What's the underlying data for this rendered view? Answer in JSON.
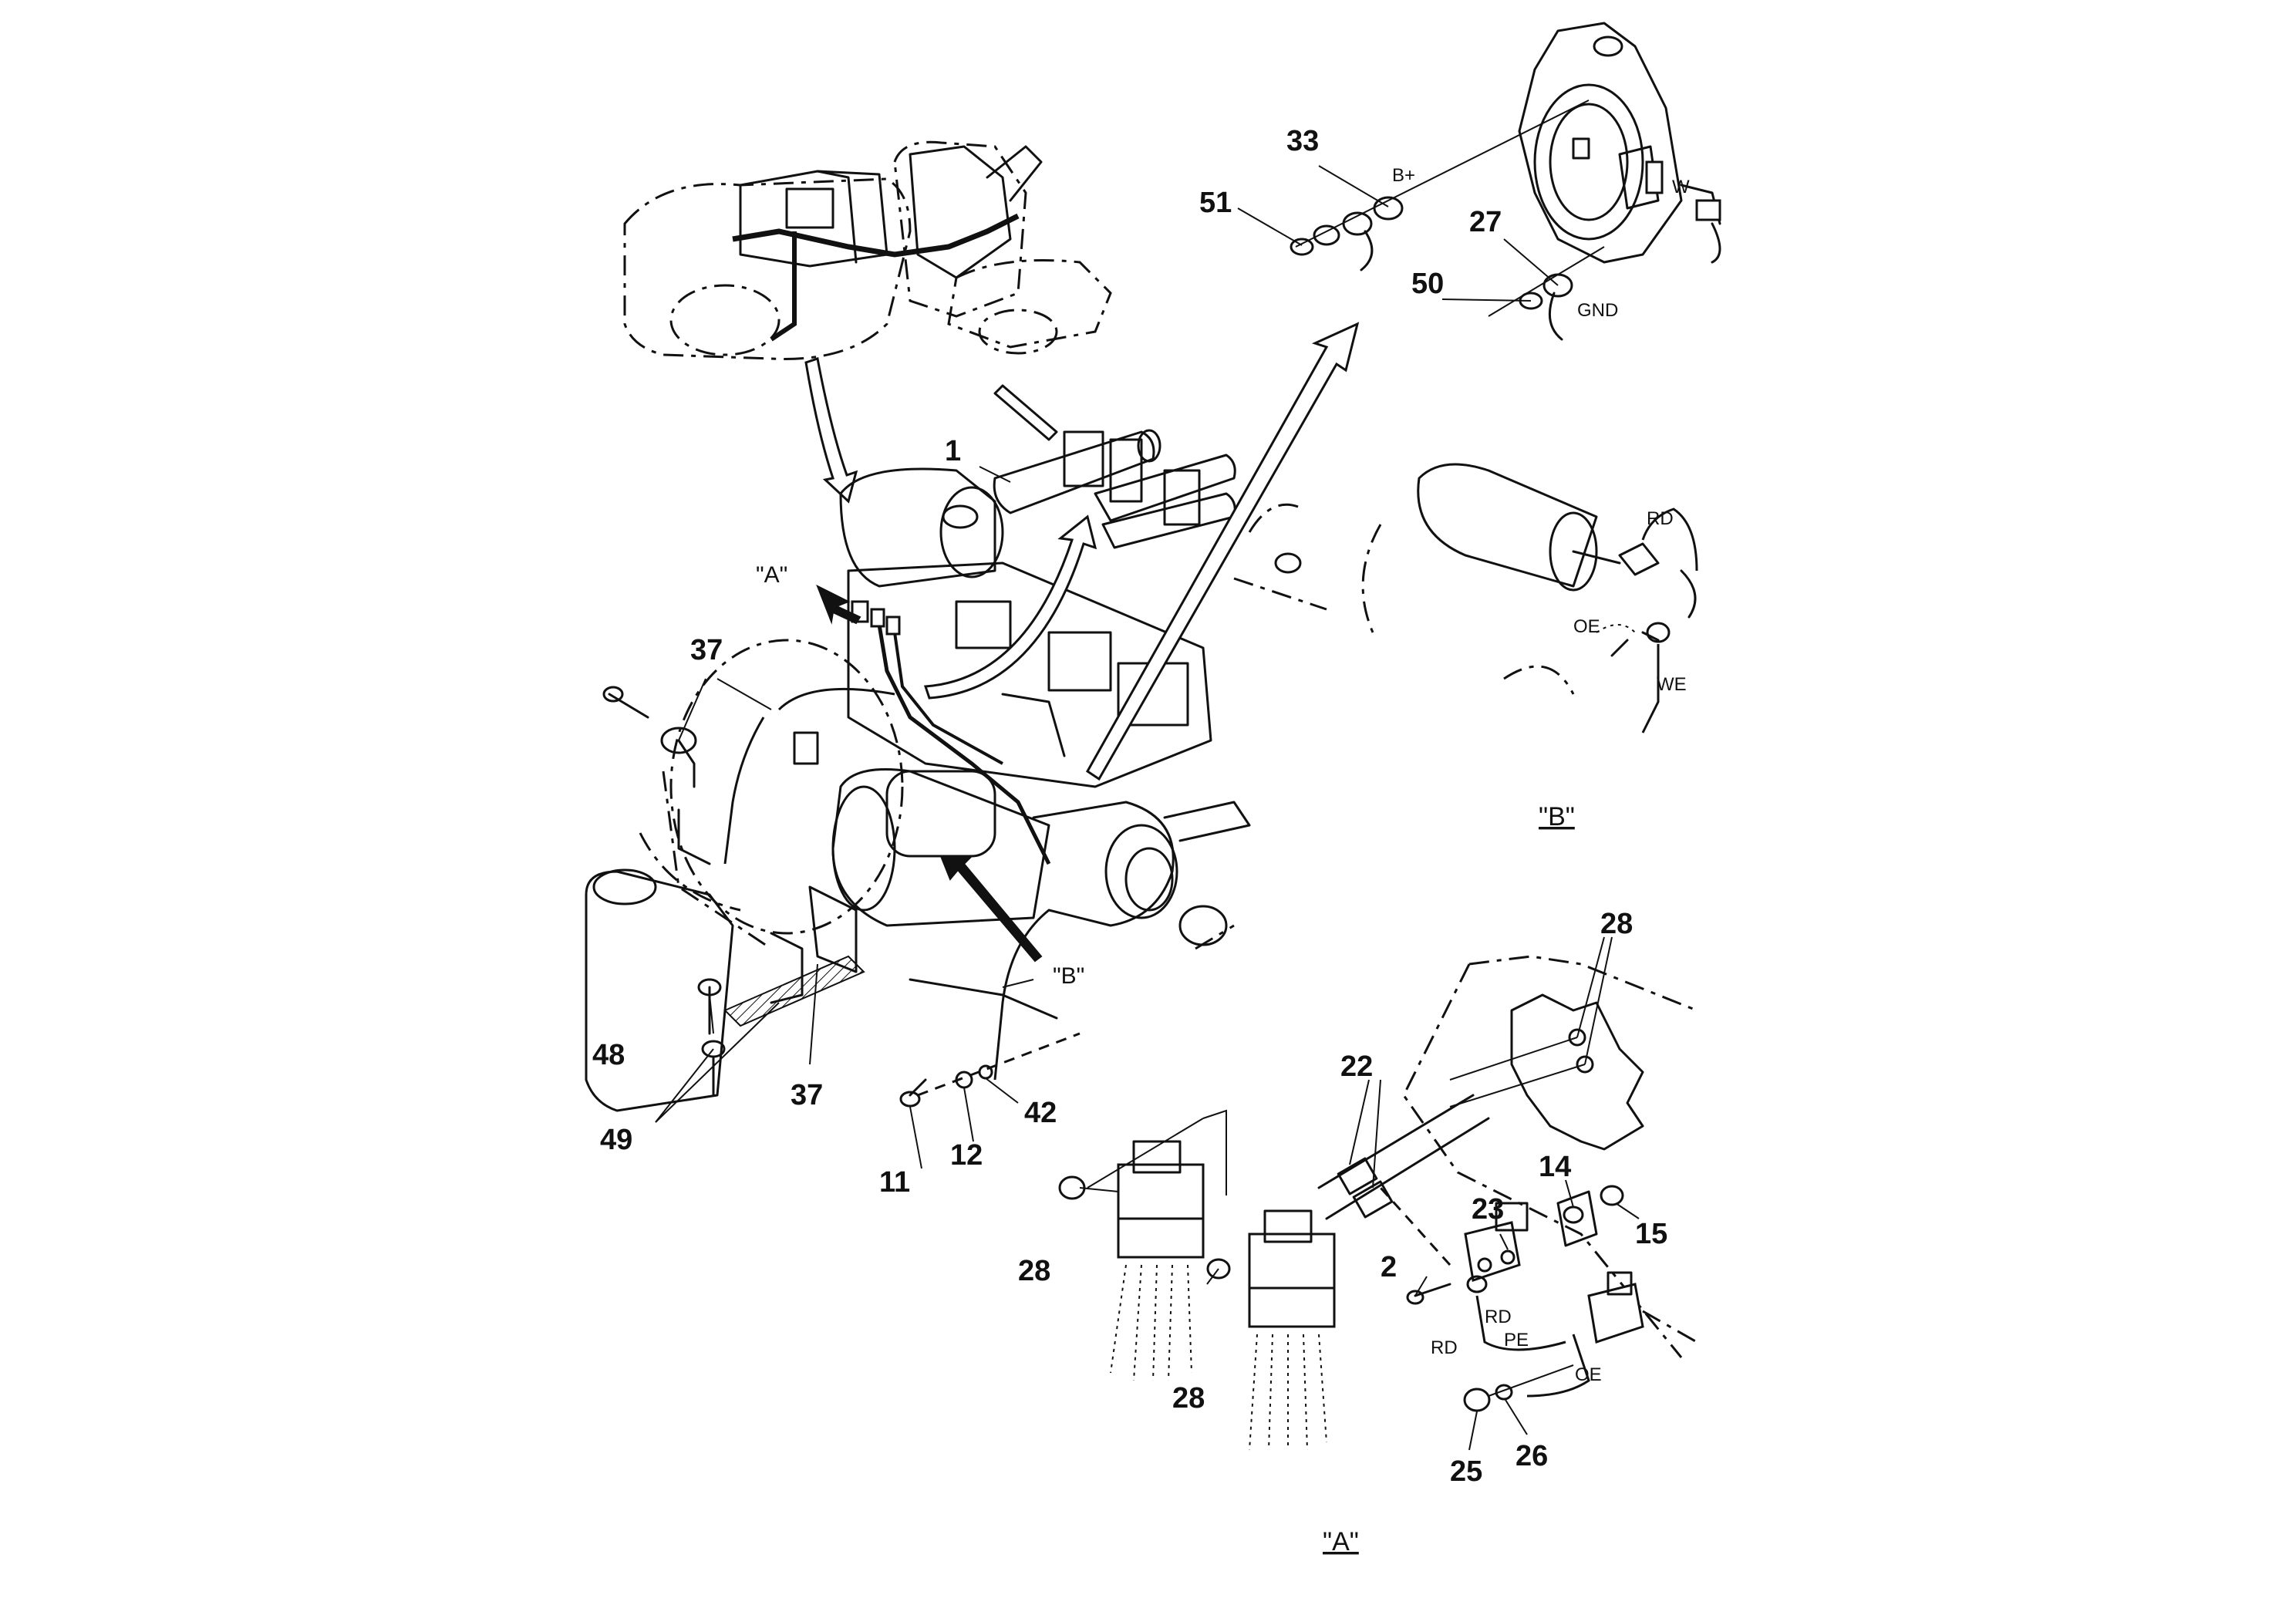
{
  "callouts": {
    "c1": "1",
    "c2": "2",
    "c11": "11",
    "c12": "12",
    "c14": "14",
    "c15": "15",
    "c22": "22",
    "c23": "23",
    "c25": "25",
    "c26": "26",
    "c27": "27",
    "c28a": "28",
    "c28b": "28",
    "c28c": "28",
    "c33": "33",
    "c37a": "37",
    "c37b": "37",
    "c42": "42",
    "c48": "48",
    "c49": "49",
    "c50": "50",
    "c51": "51"
  },
  "wire_labels": {
    "b_plus": "B+",
    "w": "W",
    "gnd": "GND",
    "rd_b": "RD",
    "oe_b": "OE",
    "we": "WE",
    "rd_a1": "RD",
    "pe": "PE",
    "rd_a2": "RD",
    "oe_a": "OE"
  },
  "view_refs": {
    "a_pointer": "\"A\"",
    "b_pointer": "\"B\""
  },
  "view_titles": {
    "a": "\"A\"",
    "b": "\"B\""
  },
  "icons": {
    "arrow": "curved-arrow-icon"
  }
}
